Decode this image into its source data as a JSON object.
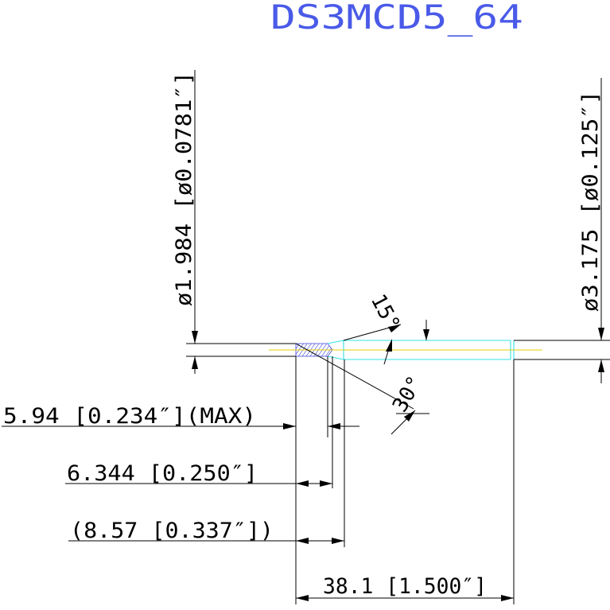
{
  "title": "DS3MCD5_64",
  "colors": {
    "title": "#4a5ae8",
    "outline": "#000000",
    "tool_outline": "#33e0e6",
    "centerline": "#e6d200",
    "hatch": "#3b43d6"
  },
  "dimensions": {
    "tip_diameter": "ø1.984 [ø0.0781″]",
    "shank_diameter": "ø3.175 [ø0.125″]",
    "angle_15": "15°",
    "angle_30": "30°",
    "flute_length_max": "5.94 [0.234″](MAX)",
    "reach_length": "6.344 [0.250″]",
    "taper_length": "(8.57 [0.337″])",
    "overall_length": "38.1 [1.500″]"
  }
}
